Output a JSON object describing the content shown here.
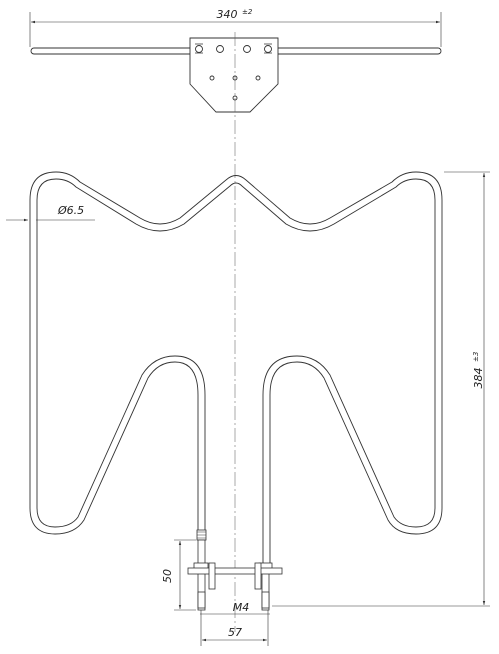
{
  "dimensions": {
    "overall_width": {
      "value": "340",
      "tolerance": "±2"
    },
    "overall_height": {
      "value": "384",
      "tolerance": "±3"
    },
    "tube_diameter": {
      "value": "Ø6.5"
    },
    "terminal_length": {
      "value": "50"
    },
    "terminal_thread": {
      "value": "M4"
    },
    "terminal_spacing": {
      "value": "57"
    }
  },
  "colors": {
    "line": "#333333",
    "centerline": "#555555",
    "text": "#222222"
  }
}
